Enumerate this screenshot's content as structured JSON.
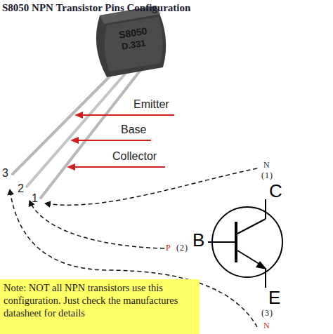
{
  "diagram": {
    "title": "S8050 NPN Transistor Pins Configuration",
    "nodes": [
      {
        "text": [
          "Note: NOT all NPN transistors use this configuration. Just check the manufactures datasheet for details"
        ]
      }
    ],
    "labels": [
      "S8050",
      "D.331",
      "Emitter",
      "Base",
      "Collector",
      "3",
      "2",
      "1",
      "N",
      "(1)",
      "C",
      "B",
      "P",
      "(2)",
      "E",
      "(3)",
      "N"
    ]
  }
}
